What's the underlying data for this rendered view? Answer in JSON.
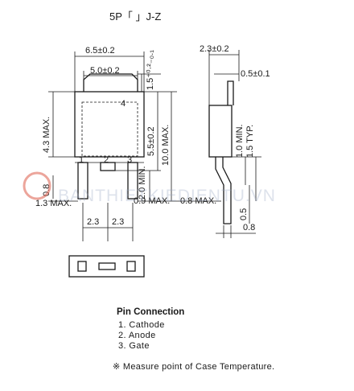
{
  "title": "5P「  」J-Z",
  "dimensions": {
    "top_width": "6.5±0.2",
    "tab_width": "5.0±0.2",
    "tab_height": "1.5⁺⁰·²₋₀.₁",
    "body_height_max": "4.3 MAX.",
    "mid_height": "5.5±0.2",
    "total_height": "10.0 MAX.",
    "lead_min": "2.0 MIN.",
    "pin_offset": "0.8",
    "pin_width_max": "1.3 MAX.",
    "lead_width_max": "0.9 MAX.",
    "lead_thick_max": "0.8 MAX.",
    "pitch_1": "2.3",
    "pitch_2": "2.3",
    "side_width": "2.3±0.2",
    "side_thickness": "0.5±0.1",
    "side_lead_min": "1.0 MIN.",
    "side_lead_typ": "1.5 TYP.",
    "side_bottom_1": "0.5",
    "side_bottom_2": "0.8"
  },
  "pin_labels": [
    "1",
    "2",
    "3",
    "4"
  ],
  "watermark": "BANTHIETKIEDIENTU.VN",
  "pin_connection": {
    "title": "Pin Connection",
    "items": [
      "1.  Cathode",
      "2.  Anode",
      "3.  Gate"
    ]
  },
  "note": "※ Measure point of Case Temperature."
}
